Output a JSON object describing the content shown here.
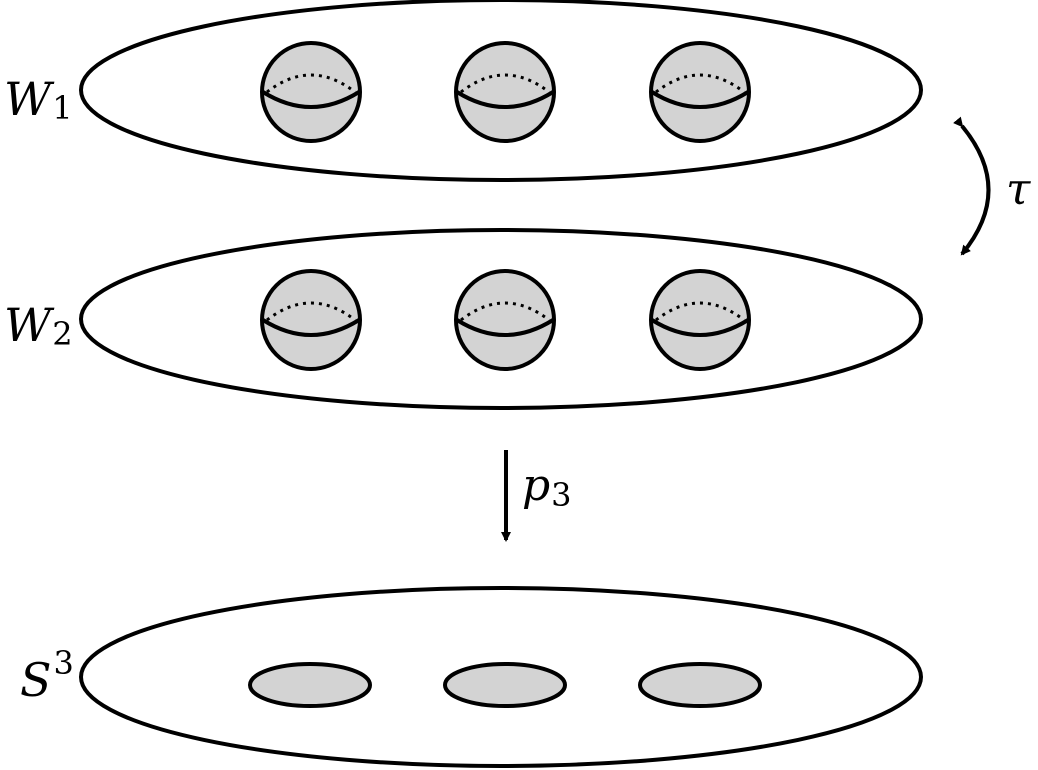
{
  "labels": {
    "w1": {
      "main": "W",
      "sub": "1"
    },
    "w2": {
      "main": "W",
      "sub": "2"
    },
    "s3": {
      "main": "S",
      "sup": "3"
    },
    "tau": "τ",
    "p3": {
      "main": "p",
      "sub": "3"
    }
  },
  "colors": {
    "stroke": "#000000",
    "fill_ball": "#d3d3d3",
    "fill_region": "#ffffff"
  },
  "structure": {
    "upper_spaces": 2,
    "balls_per_space": 3,
    "discs_in_base": 3
  }
}
